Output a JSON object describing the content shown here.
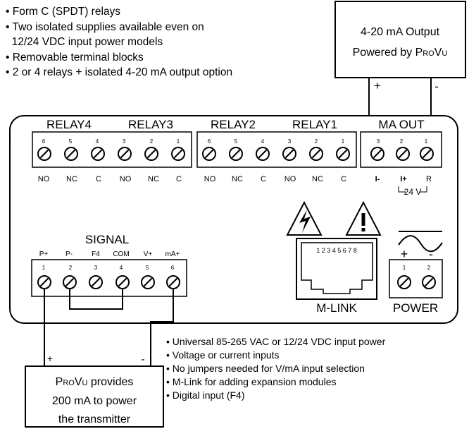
{
  "features_top": [
    "• Form C (SPDT) relays",
    "• Two isolated supplies available even on",
    "  12/24 VDC input power models",
    "• Removable terminal blocks",
    "• 2 or 4 relays + isolated 4-20 mA output option"
  ],
  "features_bottom": [
    "• Universal 85-265 VAC or 12/24 VDC input power",
    "• Voltage or current inputs",
    "• No jumpers needed for V/mA input selection",
    "• M-Link for adding expansion modules",
    "• Digital input (F4)"
  ],
  "output_box": {
    "line1": "4-20 mA Output",
    "line2_prefix": "Powered by ",
    "line2_brand": "ProVu"
  },
  "supply_box": {
    "line1_brand": "ProVu",
    "line1_suffix": " provides",
    "line2": "200 mA to power",
    "line3": "the transmitter"
  },
  "relay_groups": [
    {
      "label": "RELAY4",
      "numbers": [
        "6",
        "5",
        "4"
      ],
      "names": [
        "NO",
        "NC",
        "C"
      ]
    },
    {
      "label": "RELAY3",
      "numbers": [
        "3",
        "2",
        "1"
      ],
      "names": [
        "NO",
        "NC",
        "C"
      ]
    },
    {
      "label": "RELAY2",
      "numbers": [
        "6",
        "5",
        "4"
      ],
      "names": [
        "NO",
        "NC",
        "C"
      ]
    },
    {
      "label": "RELAY1",
      "numbers": [
        "3",
        "2",
        "1"
      ],
      "names": [
        "NO",
        "NC",
        "C"
      ]
    }
  ],
  "ma_out": {
    "label": "MA OUT",
    "plus": "+",
    "minus": "-",
    "numbers": [
      "3",
      "2",
      "1"
    ],
    "names": [
      "I-",
      "I+",
      "R"
    ],
    "bracket_label": "24 V"
  },
  "signal": {
    "label": "SIGNAL",
    "names": [
      "P+",
      "P-",
      "F4",
      "COM",
      "V+",
      "mA+"
    ],
    "numbers": [
      "1",
      "2",
      "3",
      "4",
      "5",
      "6"
    ]
  },
  "power": {
    "label": "POWER",
    "plus": "+",
    "minus": "-",
    "numbers": [
      "1",
      "2"
    ]
  },
  "mlink": {
    "label": "M-LINK",
    "pins": "1 2 3 4 5 6 7 8"
  },
  "wire_labels": {
    "left_plus": "+",
    "left_minus": "-"
  },
  "warning_icons": [
    "lightning-warning-icon",
    "exclamation-warning-icon"
  ],
  "colors": {
    "line": "#000000",
    "background": "#ffffff"
  }
}
